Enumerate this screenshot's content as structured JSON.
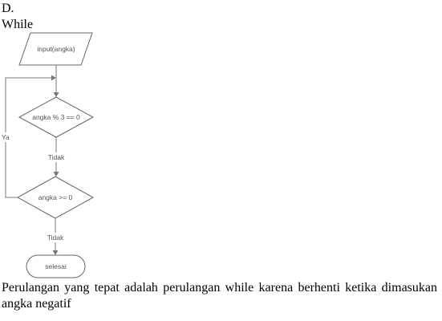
{
  "header": {
    "option": "D.",
    "title": "While"
  },
  "flowchart": {
    "input_label": "input(angka)",
    "decision1_label": "angka % 3 == 0",
    "decision2_label": "angka >= 0",
    "end_label": "selesai",
    "edge_tidak_1": "Tidak",
    "edge_tidak_2": "Tidak",
    "edge_ya": "Ya",
    "colors": {
      "stroke": "#666666",
      "text": "#555555"
    }
  },
  "conclusion": {
    "text": "Perulangan yang tepat adalah perulangan while karena berhenti ketika dimasukan angka negatif"
  }
}
